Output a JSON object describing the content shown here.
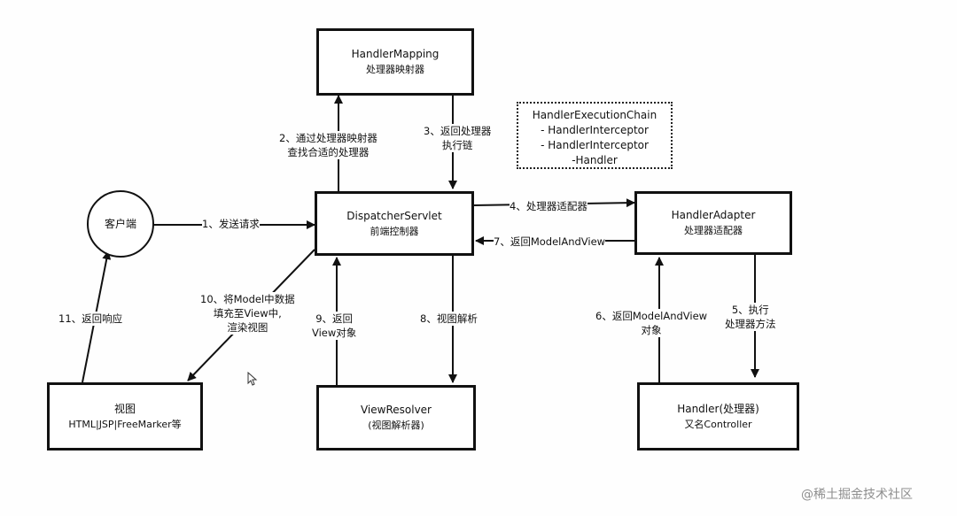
{
  "nodes": {
    "handler_mapping": {
      "line1": "HandlerMapping",
      "line2": "处理器映射器"
    },
    "dispatcher": {
      "line1": "DispatcherServlet",
      "line2": "前端控制器"
    },
    "client": {
      "label": "客户端"
    },
    "handler_adapter": {
      "line1": "HandlerAdapter",
      "line2": "处理器适配器"
    },
    "view_resolver": {
      "line1": "ViewResolver",
      "line2": "(视图解析器)"
    },
    "handler": {
      "line1": "Handler(处理器)",
      "line2": "又名Controller"
    },
    "view": {
      "line1": "视图",
      "line2": "HTML|JSP|FreeMarker等"
    }
  },
  "execution_chain": {
    "line1": "HandlerExecutionChain",
    "line2": "- HandlerInterceptor",
    "line3": "- HandlerInterceptor",
    "line4": "-Handler"
  },
  "steps": {
    "s1": "1、发送请求",
    "s2_line1": "2、通过处理器映射器",
    "s2_line2": "查找合适的处理器",
    "s3_line1": "3、返回处理器",
    "s3_line2": "执行链",
    "s4": "4、处理器适配器",
    "s5_line1": "5、执行",
    "s5_line2": "处理器方法",
    "s6_line1": "6、返回ModelAndView",
    "s6_line2": "对象",
    "s7": "7、返回ModelAndView",
    "s8": "8、视图解析",
    "s9_line1": "9、返回",
    "s9_line2": "View对象",
    "s10_line1": "10、将Model中数据",
    "s10_line2": "填充至View中,",
    "s10_line3": "渲染视图",
    "s11": "11、返回响应"
  },
  "watermark": "@稀土掘金技术社区"
}
